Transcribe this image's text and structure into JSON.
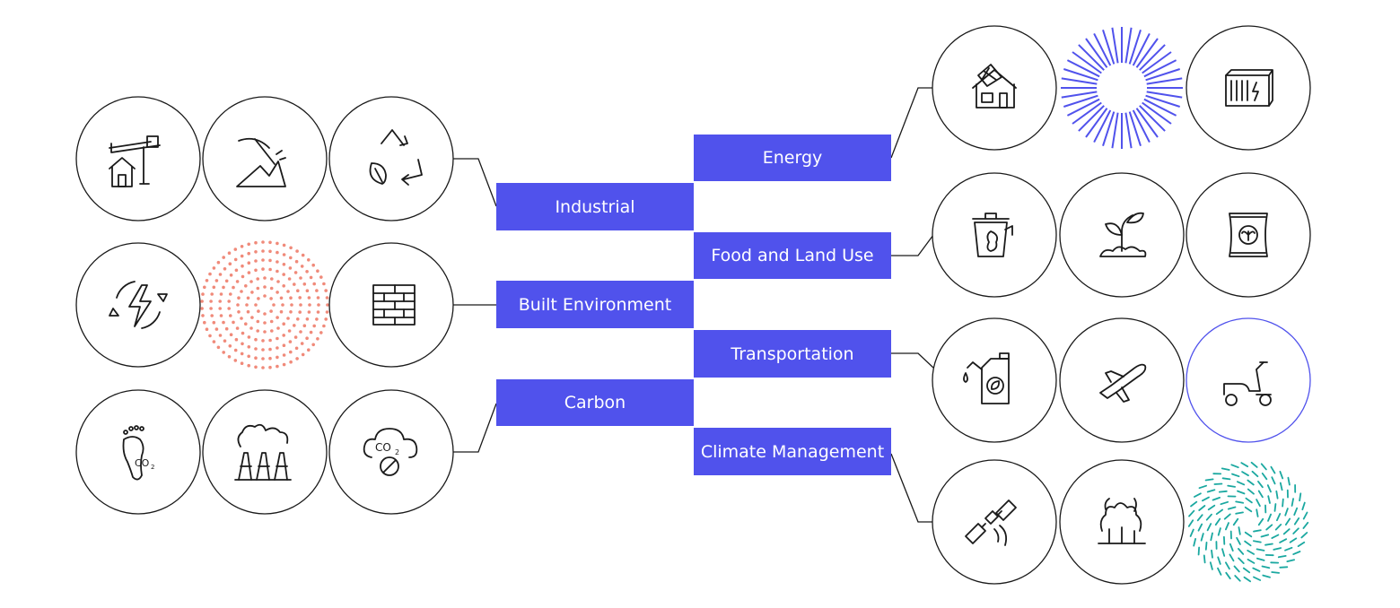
{
  "colors": {
    "label_fill": "#5052ec",
    "label_text": "#ffffff",
    "connector": "#1a1a1a",
    "circle_stroke": "#1a1a1a",
    "accent_blue": "#5052ec",
    "accent_salmon": "#f08a7a",
    "accent_teal": "#1aa8a0"
  },
  "categories": {
    "industrial": {
      "label": "Industrial",
      "icons": [
        "crane-house-icon",
        "mining-pickaxe-icon",
        "recycle-leaf-icon"
      ]
    },
    "built_environment": {
      "label": "Built Environment",
      "icons": [
        "energy-cycle-icon",
        "dotted-rings-pattern",
        "brick-wall-icon"
      ]
    },
    "carbon": {
      "label": "Carbon",
      "icons": [
        "carbon-footprint-icon",
        "factory-smoke-icon",
        "no-co2-cloud-icon"
      ]
    },
    "energy": {
      "label": "Energy",
      "icons": [
        "solar-house-icon",
        "radial-burst-pattern",
        "battery-container-icon"
      ]
    },
    "food_land_use": {
      "label": "Food and Land Use",
      "icons": [
        "compost-bin-icon",
        "sprout-soil-icon",
        "fertilizer-bag-icon"
      ]
    },
    "transportation": {
      "label": "Transportation",
      "icons": [
        "biofuel-can-icon",
        "airplane-icon",
        "scooter-icon"
      ]
    },
    "climate_management": {
      "label": "Climate Management",
      "icons": [
        "satellite-icon",
        "wildfire-icon",
        "spiral-dash-pattern"
      ]
    }
  },
  "co2_text": {
    "footprint": "CO",
    "footprint_sub": "2",
    "cloud": "CO",
    "cloud_sub": "2"
  }
}
